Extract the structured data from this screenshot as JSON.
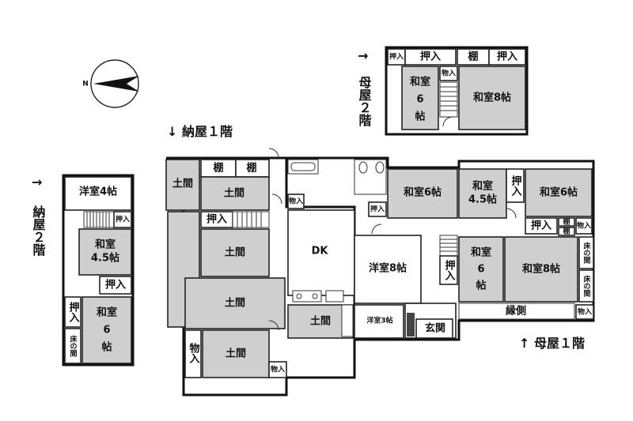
{
  "labels": {
    "barn1": "↓ 納屋１階",
    "barn2_arrow": "→",
    "barn2": "納屋２階",
    "main2_arrow": "→",
    "main2": "母屋２階",
    "main1": "↑ 母屋１階",
    "compass": "N"
  },
  "rooms": {
    "barn2_western4": "洋室4帖",
    "barn2_washitsu45": "和室",
    "barn2_washitsu45b": "4.5帖",
    "barn2_oshiire1": "押入",
    "barn2_oshiire_small": "押入",
    "barn2_oshiire2": "押入",
    "barn2_washitsu6": "和室6帖",
    "barn2_tokonoma": "床の間",
    "barn1_doma1": "土間",
    "barn1_doma2": "土間",
    "barn1_tana1": "棚",
    "barn1_tana2": "棚",
    "barn1_oshiire": "押入",
    "barn1_doma3": "土間",
    "barn1_doma4": "土間",
    "barn1_doma5": "土間",
    "barn1_monoire": "物入",
    "barn1_monoire_s1": "物入",
    "barn1_monoire_s2": "物入",
    "dk": "DK",
    "doma6": "土間",
    "western8": "洋室8帖",
    "western3": "洋室3帖",
    "genkan": "玄関",
    "main1_washitsu6a": "和室6帖",
    "main1_washitsu45": "和室",
    "main1_washitsu45b": "4.5帖",
    "main1_oshiire_a": "押入",
    "main1_washitsu6b": "和室6帖",
    "main1_oshiire_b": "押入",
    "main1_tana_a": "棚",
    "main1_tana_b": "棚",
    "main1_monoire_a": "物入",
    "main1_oshiire_c": "押入",
    "main1_washitsu6c": "和室6帖",
    "main1_washitsu8": "和室8帖",
    "main1_toko1": "床の間",
    "main1_toko2": "床の間",
    "main1_monoire_b": "物入",
    "engawa": "縁側",
    "main1_oshiire_s": "押入",
    "main2_oshiire_s": "押入",
    "main2_oshiire1": "押入",
    "main2_tana": "棚",
    "main2_oshiire2": "押入",
    "main2_monoire": "物入",
    "main2_washitsu6": "和室6帖",
    "main2_washitsu8": "和室8帖"
  }
}
